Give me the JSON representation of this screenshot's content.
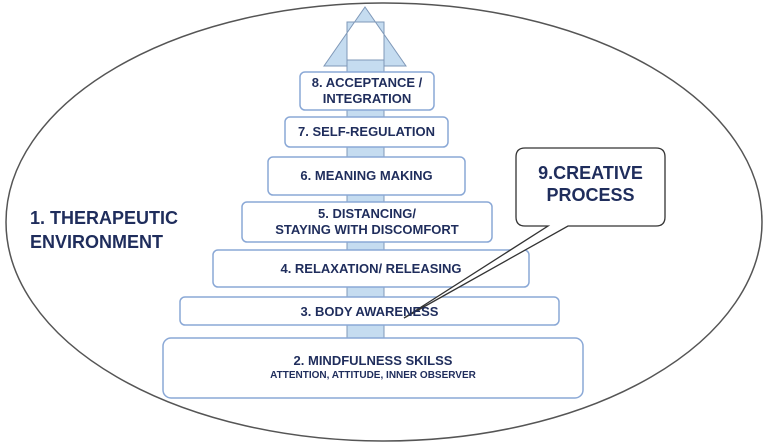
{
  "environment": {
    "label_line1": "1. THERAPEUTIC",
    "label_line2": "ENVIRONMENT"
  },
  "steps": [
    {
      "line1": "2. MINDFULNESS SKILSS",
      "line2": "ATTENTION, ATTITUDE, INNER OBSERVER"
    },
    {
      "line1": "3. BODY AWARENESS"
    },
    {
      "line1": "4. RELAXATION/ RELEASING"
    },
    {
      "line1": "5. DISTANCING/",
      "line2": "STAYING WITH DISCOMFORT"
    },
    {
      "line1": "6. MEANING MAKING"
    },
    {
      "line1": "7. SELF-REGULATION"
    },
    {
      "line1": "8. ACCEPTANCE /",
      "line2": "INTEGRATION"
    }
  ],
  "callout": {
    "line1": "9.CREATIVE",
    "line2": "PROCESS"
  },
  "colors": {
    "text": "#1f2d5c",
    "box_border": "#8aa8d6",
    "arrow_fill": "#c5dcf0",
    "outline": "#555555"
  }
}
